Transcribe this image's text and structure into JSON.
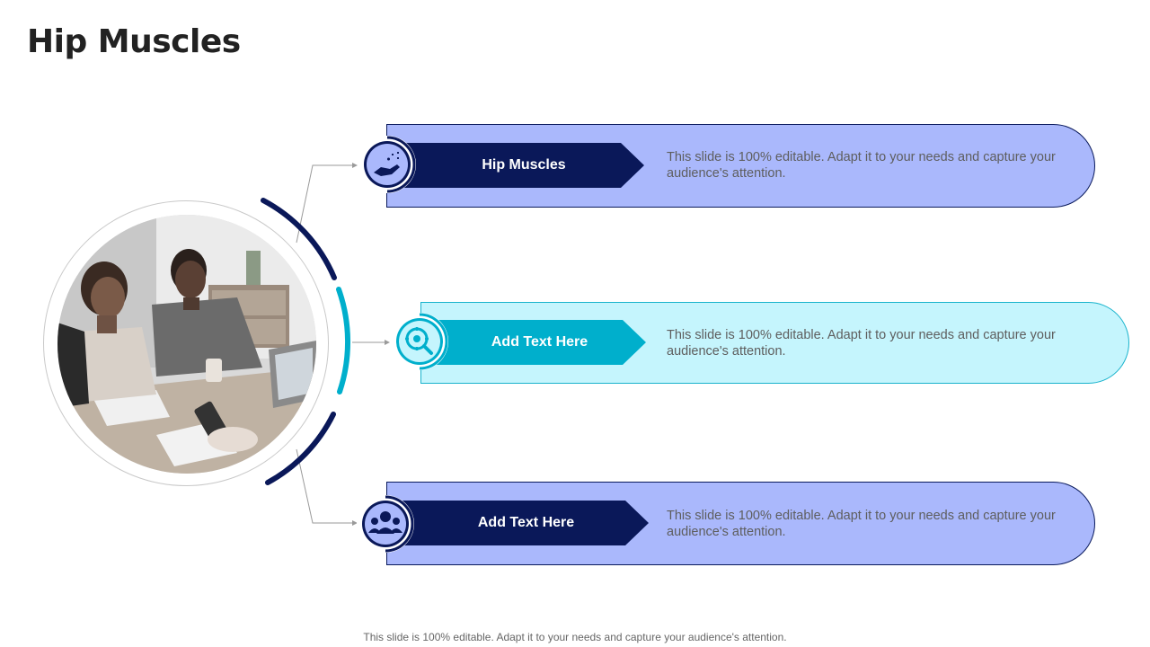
{
  "slide": {
    "title": "Hip Muscles",
    "footer": "This slide is 100% editable. Adapt it to your needs and capture your audience's attention."
  },
  "photo": {
    "subject": "team-meeting-photo"
  },
  "items": [
    {
      "label": "Hip Muscles",
      "description": "This slide is 100% editable. Adapt it to your needs and capture your audience's attention.",
      "icon": "hand-sparkle-icon",
      "accent": "#0a1859",
      "fill": "#aab8fc"
    },
    {
      "label": "Add Text Here",
      "description": "This slide is 100% editable. Adapt it to your needs and capture your audience's attention.",
      "icon": "gear-magnifier-icon",
      "accent": "#00afcc",
      "fill": "#c5f5fd"
    },
    {
      "label": "Add Text Here",
      "description": "This slide is 100% editable. Adapt it to your needs and capture your audience's attention.",
      "icon": "team-people-icon",
      "accent": "#0a1859",
      "fill": "#aab8fc"
    }
  ]
}
